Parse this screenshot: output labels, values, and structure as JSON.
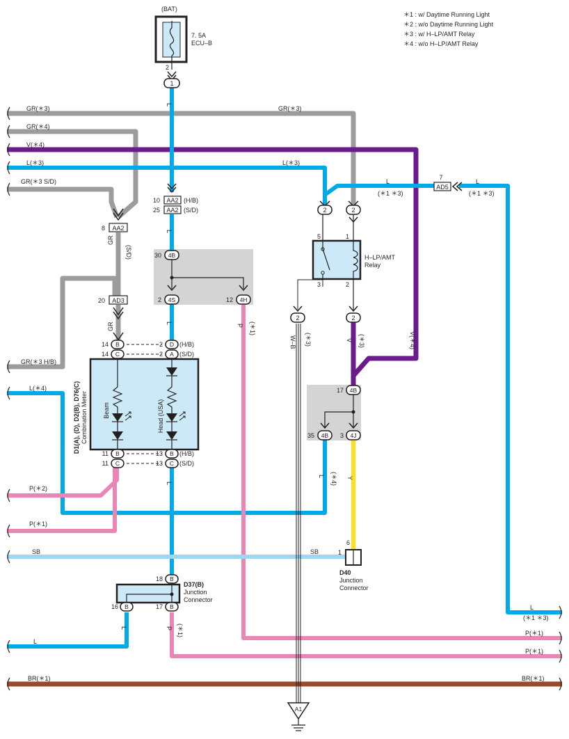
{
  "colors": {
    "L": "#00a9e8",
    "GR": "#9c9c9c",
    "V": "#6a1b8c",
    "P": "#e986b6",
    "SB": "#9fd7f2",
    "Y": "#ffe01a",
    "BR": "#9a4a2b",
    "component_fill": "#cce9f8",
    "shade": "#d4d4d4",
    "line": "#231f20"
  },
  "legend": [
    "＊1 : w/ Daytime Running Light",
    "＊2 : w/o Daytime Running Light",
    "＊3 : w/ H–LP/AMT Relay",
    "＊4 : w/o H–LP/AMT Relay"
  ],
  "fuse": {
    "source": "(BAT)",
    "rating": "7. 5A",
    "name": "ECU–B",
    "pin": "2",
    "conn": "1"
  },
  "left_wires": {
    "gr3_top": "GR(＊3)",
    "gr4": "GR(＊4)",
    "v4": "V(＊4)",
    "l3": "L(＊3)",
    "gr3_sd": "GR(＊3 S/D)",
    "gr3_hb": "GR(＊3 H/B)",
    "l4": "L(＊4)",
    "p2": "P(＊2)",
    "p1": "P(＊1)",
    "sb": "SB",
    "l_bottom": "L",
    "br1": "BR(＊1)"
  },
  "center_labels": {
    "gr3_mid": "GR(＊3)",
    "l3_mid": "L(＊3)",
    "l_main": "L",
    "gr": "GR",
    "sd": "(S/D)",
    "p": "P",
    "star1": "(＊1)",
    "wb": "W–B",
    "star3": "(＊3)",
    "v": "V",
    "v4": "V(＊4)",
    "y": "Y",
    "l": "L",
    "star4": "(＊4)",
    "sb_mid": "SB"
  },
  "connectors": {
    "aa2_upper": {
      "pin_hb": "10",
      "pin_sd": "25",
      "name": "AA2",
      "hb": "(H/B)",
      "sd": "(S/D)"
    },
    "aa2_left": {
      "pin": "8",
      "name": "AA2"
    },
    "ad3": {
      "pin": "20",
      "name": "AD3"
    },
    "ad5": {
      "pin": "7",
      "name": "AD5"
    },
    "j4b_top": {
      "pin": "30",
      "name": "4B"
    },
    "j4s": {
      "pin": "2",
      "name": "4S"
    },
    "j4h": {
      "pin": "12",
      "name": "4H"
    },
    "relay_in_l": "2",
    "relay_in_r": "2",
    "wb_conn": "2",
    "v_conn": "2",
    "j4b_right": {
      "pin": "17",
      "name": "4B"
    },
    "j4b_lower": {
      "pin": "35",
      "name": "4B"
    },
    "j4j": {
      "pin": "3",
      "name": "4J"
    }
  },
  "relay": {
    "name": "H–LP/AMT",
    "sub": "Relay",
    "p5": "5",
    "p1": "1",
    "p3": "3",
    "p2": "2"
  },
  "meter": {
    "title": "D1(A), (D), D2(B), D76(C)",
    "subtitle": "Combination Meter",
    "beam": "Beam",
    "head": "Head (USA)",
    "p14a": "14",
    "cb1": "B",
    "p14b": "14",
    "cc1": "C",
    "r2a": "2",
    "rd": "D",
    "hb1": "(H/B)",
    "r2b": "2",
    "ra": "A",
    "sd1": "(S/D)",
    "p11a": "11",
    "cb2": "B",
    "p11b": "11",
    "cc2": "C",
    "r13a": "13",
    "rb": "B",
    "hb2": "(H/B)",
    "r13b": "13",
    "rc": "C",
    "sd2": "(S/D)"
  },
  "d37": {
    "name": "D37(B)",
    "desc1": "Junction",
    "desc2": "Connector",
    "p18": "18",
    "p16": "16",
    "p17": "17",
    "c18": "B",
    "c16": "B",
    "c17": "B"
  },
  "d40": {
    "name": "D40",
    "desc1": "Junction",
    "desc2": "Connector",
    "p6": "6",
    "p1": "1"
  },
  "right_wires": {
    "l_upper": "L",
    "star13_a": "(＊1 ＊3)",
    "l_upper2": "L",
    "star13_b": "(＊1 ＊3)",
    "l_lower": "L",
    "star13_c": "(＊1 ＊3)",
    "p1_a": "P(＊1)",
    "p1_b": "P(＊1)",
    "br1": "BR(＊1)"
  },
  "ground": {
    "name": "A1"
  }
}
